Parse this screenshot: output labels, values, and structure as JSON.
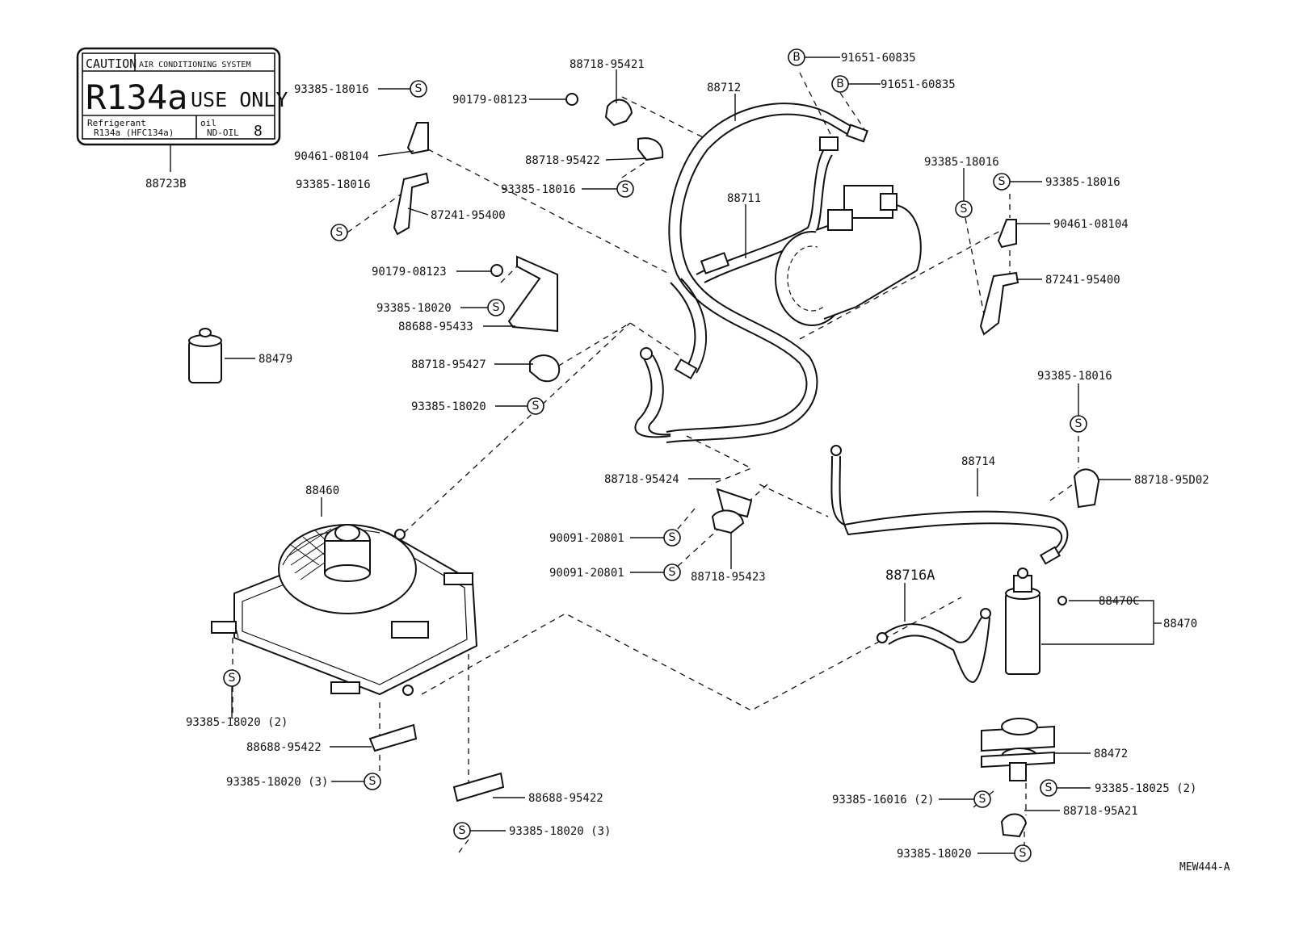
{
  "caption_plate": {
    "caution": "CAUTION",
    "system": "AIR CONDITIONING SYSTEM",
    "refrigerant_big": "R134a",
    "use_only": "USE ONLY",
    "refrigerant_label": "Refrigerant",
    "refrigerant_type": "R134a (HFC134a)",
    "oil_label": "oil",
    "oil_type": "ND-OIL",
    "oil_number": "8",
    "part_number": "88723B"
  },
  "symbols": {
    "s": "S",
    "b": "B"
  },
  "callouts": {
    "c88718_95421": "88718-95421",
    "c88712": "88712",
    "c91651_a": "91651-60835",
    "c91651_b": "91651-60835",
    "c93385_18016_a": "93385-18016",
    "c90179_08123_a": "90179-08123",
    "c90461_08104_a": "90461-08104",
    "c88718_95422": "88718-95422",
    "c93385_18016_b": "93385-18016",
    "c93385_18016_c": "93385-18016",
    "c87241_95400_a": "87241-95400",
    "c88711": "88711",
    "c93385_18016_d": "93385-18016",
    "c93385_18016_e": "93385-18016",
    "c90461_08104_b": "90461-08104",
    "c87241_95400_b": "87241-95400",
    "c90179_08123_b": "90179-08123",
    "c93385_18020_a": "93385-18020",
    "c88688_95433": "88688-95433",
    "c88479": "88479",
    "c88718_95427": "88718-95427",
    "c93385_18020_b": "93385-18020",
    "c93385_18016_f": "93385-18016",
    "c88714": "88714",
    "c88718_95424": "88718-95424",
    "c88718_95d02": "88718-95D02",
    "c88460": "88460",
    "c90091_20801_a": "90091-20801",
    "c90091_20801_b": "90091-20801",
    "c88718_95423": "88718-95423",
    "c88716a": "88716A",
    "c88470c": "88470C",
    "c88470": "88470",
    "c93385_18020_2": "93385-18020 (2)",
    "c88688_95422_a": "88688-95422",
    "c93385_18020_3a": "93385-18020 (3)",
    "c88472": "88472",
    "c93385_18025_2": "93385-18025 (2)",
    "c93385_16016_2": "93385-16016 (2)",
    "c88718_95a21": "88718-95A21",
    "c88688_95422_b": "88688-95422",
    "c93385_18020_3b": "93385-18020 (3)",
    "c93385_18020_c": "93385-18020",
    "drawing_id": "MEW444-A"
  }
}
